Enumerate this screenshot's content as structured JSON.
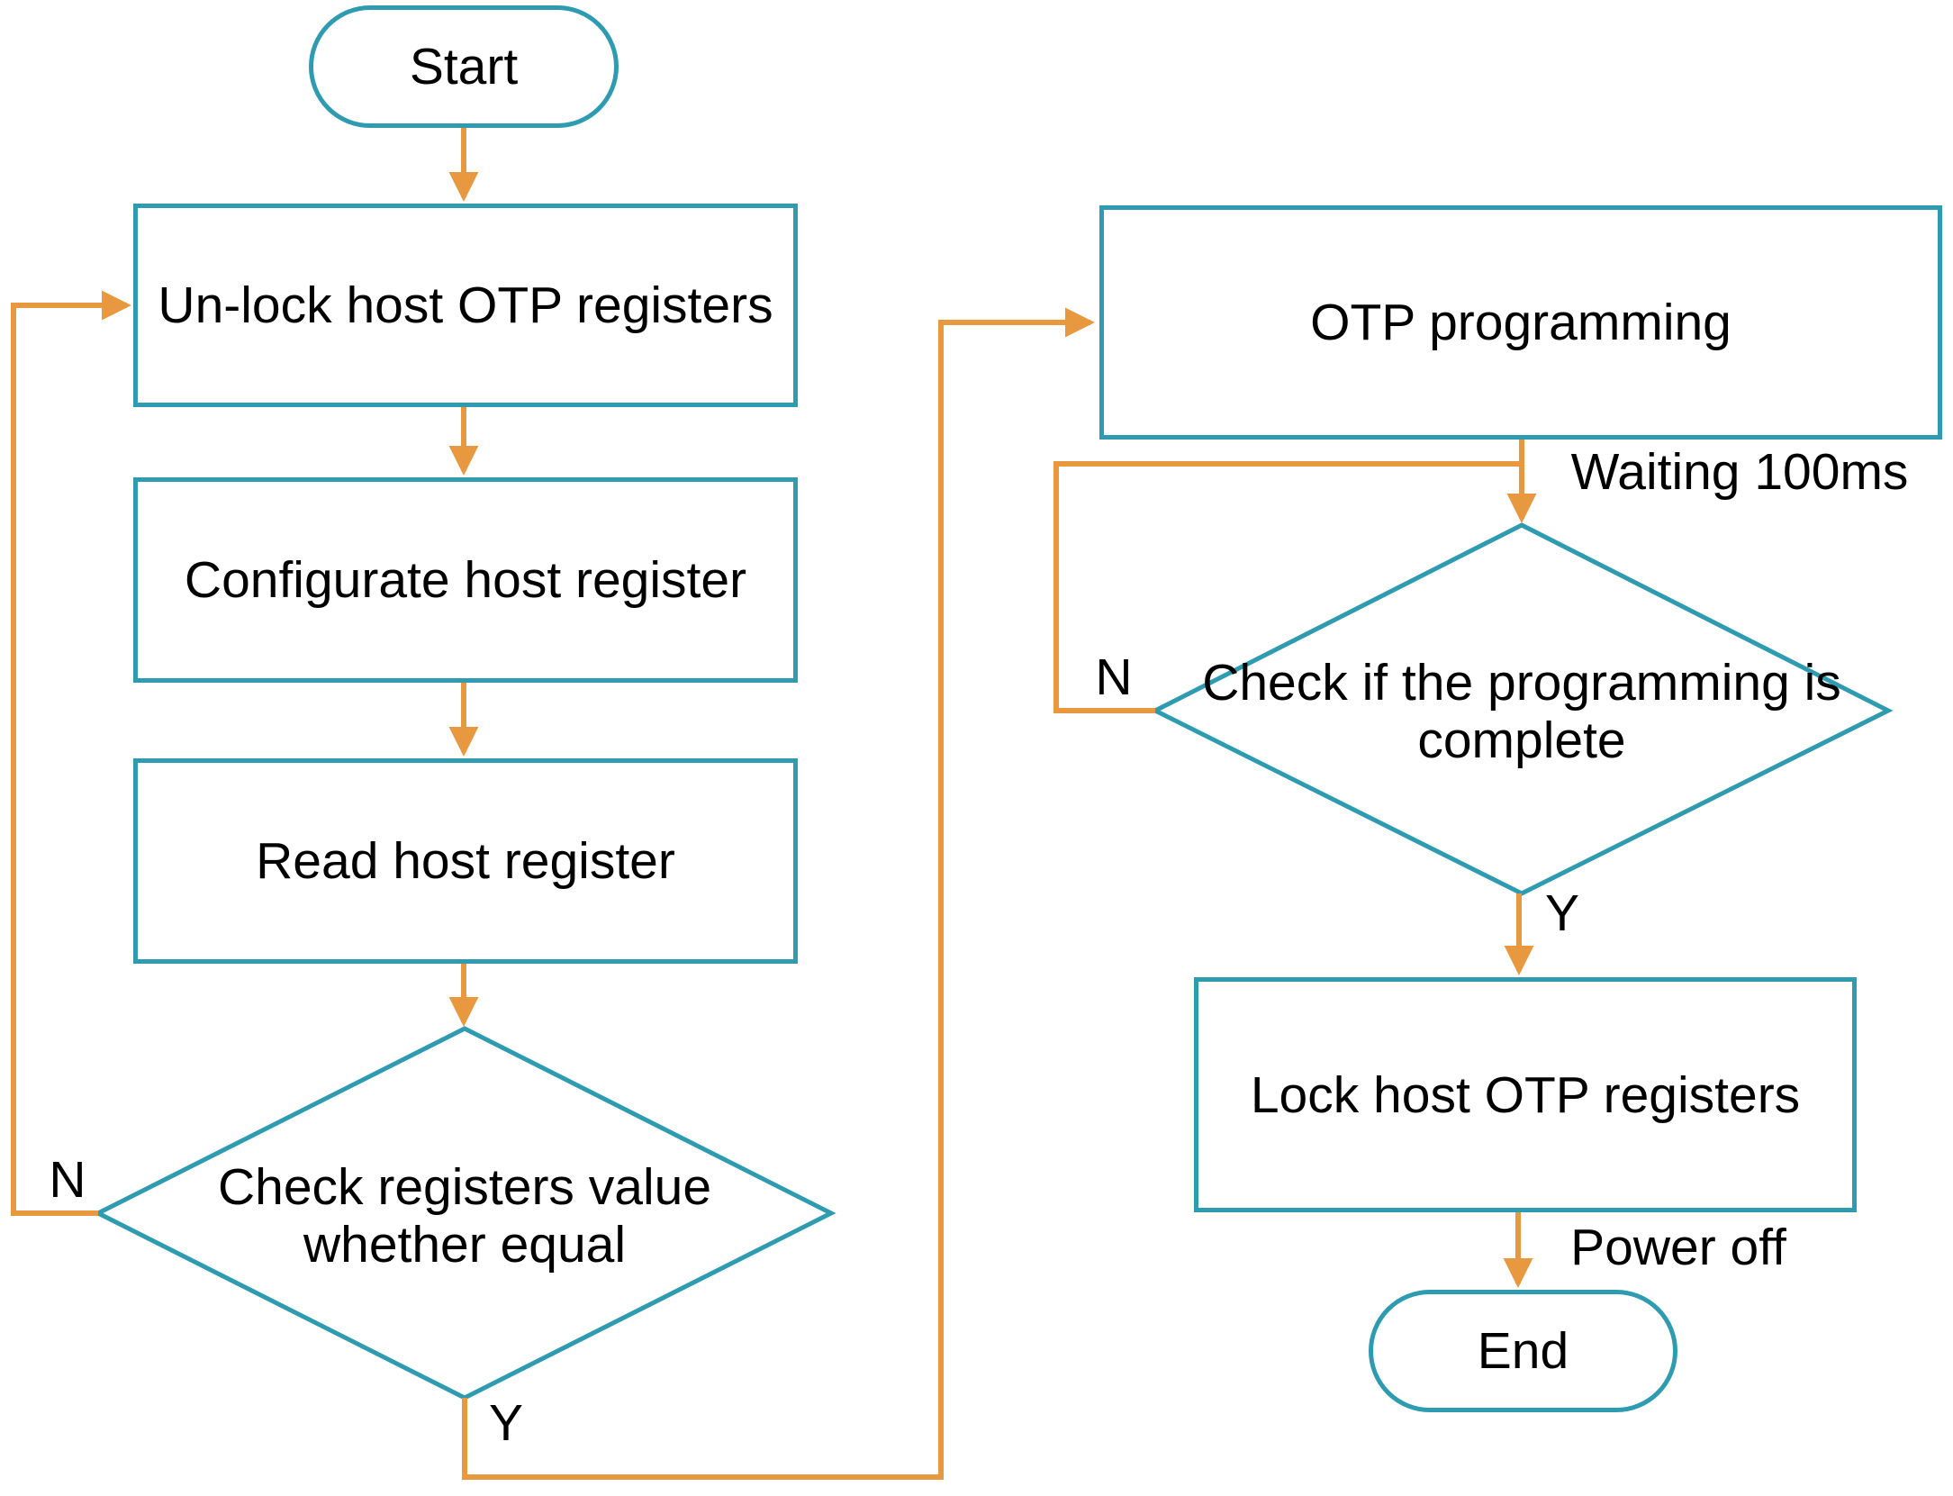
{
  "diagram": {
    "type": "flowchart",
    "nodes": {
      "start": {
        "label": "Start",
        "shape": "terminator"
      },
      "unlock_host_otp": {
        "label": "Un-lock host OTP registers",
        "shape": "process"
      },
      "configurate_host": {
        "label": "Configurate host register",
        "shape": "process"
      },
      "read_host": {
        "label": "Read host register",
        "shape": "process"
      },
      "check_registers": {
        "line1": "Check registers value",
        "line2": "whether equal",
        "shape": "decision"
      },
      "otp_programming": {
        "label": "OTP programming",
        "shape": "process"
      },
      "check_programming": {
        "line1": "Check if the programming is",
        "line2": "complete",
        "shape": "decision"
      },
      "lock_host_otp": {
        "label": "Lock host OTP registers",
        "shape": "process"
      },
      "end": {
        "label": "End",
        "shape": "terminator"
      }
    },
    "edge_labels": {
      "check_registers_no": "N",
      "check_registers_yes": "Y",
      "check_programming_no": "N",
      "check_programming_yes": "Y",
      "waiting": "Waiting 100ms",
      "power_off": "Power off"
    },
    "colors": {
      "shape_outline": "#2E9BB0",
      "arrow": "#E8993F",
      "text": "#000000",
      "background": "#FFFFFF"
    }
  }
}
